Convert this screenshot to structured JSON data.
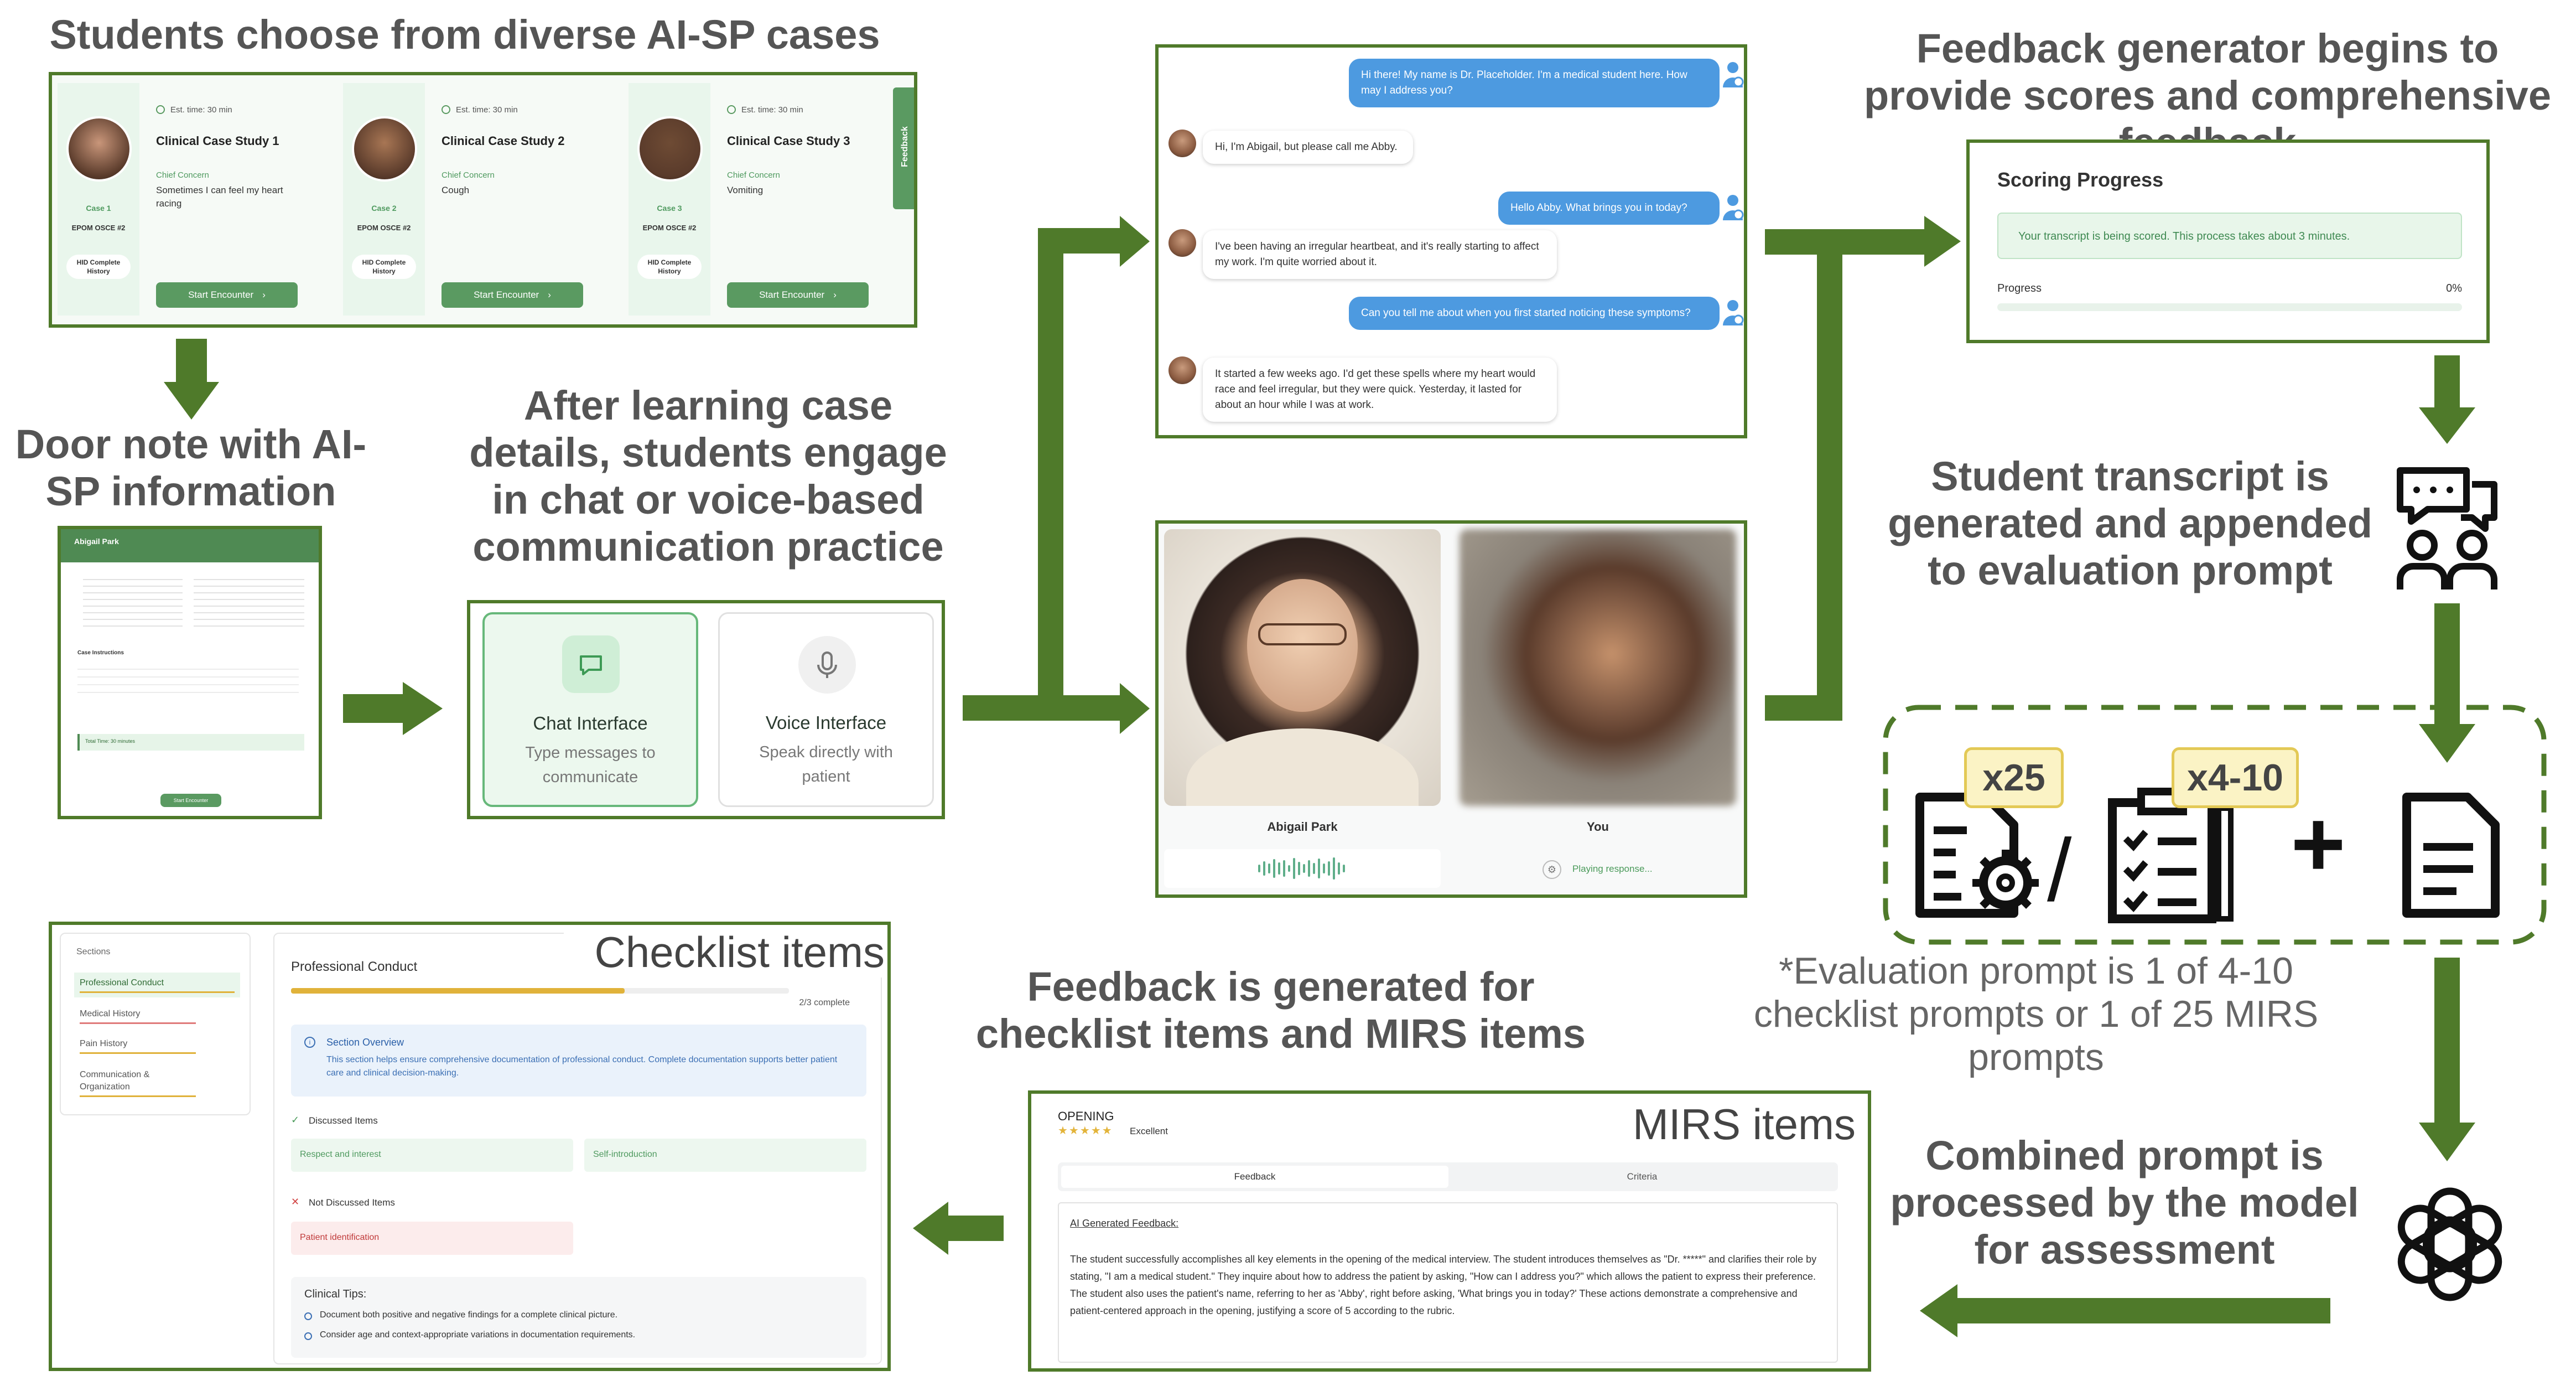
{
  "captions": {
    "choose": "Students choose from diverse AI-SP cases",
    "door": "Door note with AI-SP information",
    "engage": "After learning case details, students engage in chat or voice-based communication practice",
    "feedback_gen": "Feedback generator begins to provide scores and comprehensive feedback",
    "transcript": "Student transcript is generated and appended to evaluation prompt",
    "eval_note": "*Evaluation prompt is 1 of 4-10 checklist prompts or 1 of 25 MIRS prompts",
    "combined": "Combined prompt is processed by the model for assessment",
    "feedback_items": "Feedback is generated for checklist items and MIRS items"
  },
  "cases": [
    {
      "time": "Est. time: 30 min",
      "title": "Clinical Case Study 1",
      "concern_label": "Chief Concern",
      "concern": "Sometimes I can feel my heart racing",
      "case_no": "Case 1",
      "osce": "EPOM OSCE #2",
      "hid": "HID Complete History",
      "button": "Start Encounter"
    },
    {
      "time": "Est. time: 30 min",
      "title": "Clinical Case Study 2",
      "concern_label": "Chief Concern",
      "concern": "Cough",
      "case_no": "Case 2",
      "osce": "EPOM OSCE #2",
      "hid": "HID Complete History",
      "button": "Start Encounter"
    },
    {
      "time": "Est. time: 30 min",
      "title": "Clinical Case Study 3",
      "concern_label": "Chief Concern",
      "concern": "Vomiting",
      "case_no": "Case 3",
      "osce": "EPOM OSCE #2",
      "hid": "HID Complete History",
      "button": "Start Encounter"
    }
  ],
  "feedback_tab": "Feedback",
  "door_note": {
    "name": "Abigail Park",
    "section": "Case Instructions",
    "total_time": "Total Time: 30 minutes",
    "button": "Start Encounter"
  },
  "modes": {
    "chat": {
      "title": "Chat Interface",
      "desc": "Type messages to communicate"
    },
    "voice": {
      "title": "Voice Interface",
      "desc": "Speak directly with patient"
    }
  },
  "chat_msgs": [
    {
      "role": "student",
      "text": "Hi there! My name is Dr. Placeholder. I'm a medical student here. How may I address you?"
    },
    {
      "role": "patient",
      "text": "Hi, I'm Abigail, but please call me Abby."
    },
    {
      "role": "student",
      "text": "Hello Abby. What brings you in today?"
    },
    {
      "role": "patient",
      "text": "I've been having an irregular heartbeat, and it's really starting to affect my work. I'm quite worried about it."
    },
    {
      "role": "student",
      "text": "Can you tell me about when you first started noticing these symptoms?"
    },
    {
      "role": "patient",
      "text": "It started a few weeks ago. I'd get these spells where my heart would race and feel irregular, but they were quick. Yesterday, it lasted for about an hour while I was at work."
    }
  ],
  "video": {
    "patient": "Abigail Park",
    "you": "You",
    "status": "Playing response..."
  },
  "scoring": {
    "title": "Scoring Progress",
    "msg": "Your transcript is being scored. This process takes about 3 minutes.",
    "progress_label": "Progress",
    "progress_value": "0%",
    "progress": 0
  },
  "badges": {
    "mirs": "x25",
    "checklist": "x4-10",
    "slash": "/",
    "plus": "+"
  },
  "checklist": {
    "overlay": "Checklist items",
    "sections_label": "Sections",
    "sections": [
      "Professional Conduct",
      "Medical History",
      "Pain History",
      "Communication & Organization"
    ],
    "title": "Professional Conduct",
    "complete": "2/3 complete",
    "progress": 0.67,
    "overview_title": "Section Overview",
    "overview_text": "This section helps ensure comprehensive documentation of professional conduct. Complete documentation supports better patient care and clinical decision-making.",
    "discussed_label": "Discussed Items",
    "discussed": [
      "Respect and interest",
      "Self-introduction"
    ],
    "not_discussed_label": "Not Discussed Items",
    "not_discussed": [
      "Patient identification"
    ],
    "tips_title": "Clinical Tips:",
    "tips": [
      "Document both positive and negative findings for a complete clinical picture.",
      "Consider age and context-appropriate variations in documentation requirements."
    ]
  },
  "mirs": {
    "overlay": "MIRS items",
    "opening": "OPENING",
    "stars": "★★★★★",
    "rating": "Excellent",
    "tabs": [
      "Feedback",
      "Criteria"
    ],
    "ai_label": "AI Generated Feedback:",
    "text": "The student successfully accomplishes all key elements in the opening of the medical interview. The student introduces themselves as \"Dr. *****\" and clarifies their role by stating, \"I am a medical student.\" They inquire about how to address the patient by asking, \"How can I address you?\" which allows the patient to express their preference. The student also uses the patient's name, referring to her as 'Abby', right before asking, 'What brings you in today?' These actions demonstrate a comprehensive and patient-centered approach in the opening, justifying a score of 5 according to the rubric."
  }
}
